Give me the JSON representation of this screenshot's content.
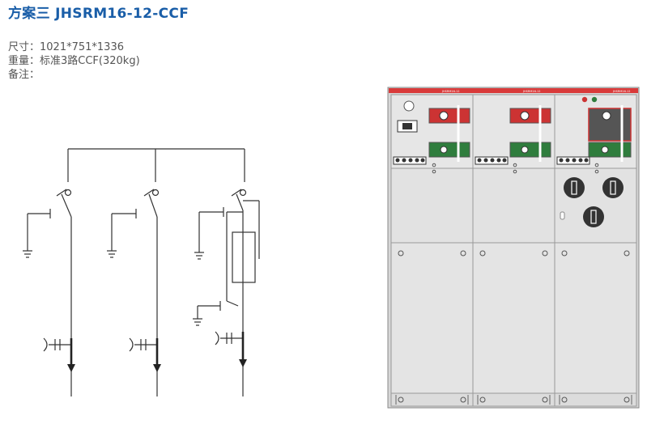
{
  "header": {
    "title": "方案三  JHSRM16-12-CCF"
  },
  "specs": {
    "size": "尺寸：1021*751*1336",
    "weight": "重量：标准3路CCF(320kg)",
    "remark": "备注："
  },
  "cabinet": {
    "panel_labels": [
      "JHSRM16-12",
      "JHSRM16-12",
      "JHSRM16-12"
    ]
  },
  "colors": {
    "title": "#1a5ea8",
    "top_strip": "#d93a3a",
    "red_indicator": "#cc3333",
    "green_indicator": "#2f7d3d",
    "panel_fill": "#e4e4e4",
    "line": "#333333"
  }
}
